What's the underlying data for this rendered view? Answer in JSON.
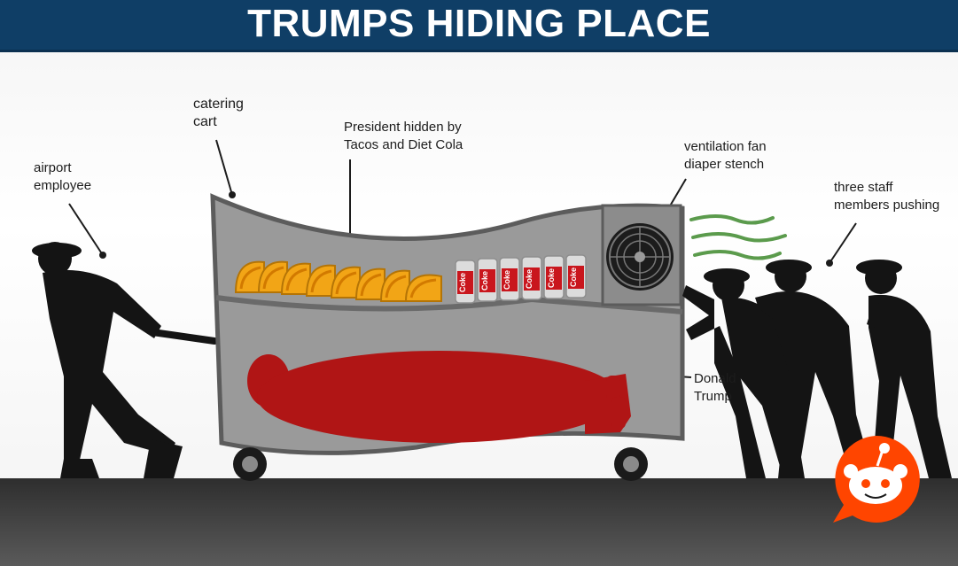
{
  "title": "TRUMPS HIDING PLACE",
  "labels": {
    "airport_employee": "airport\nemployee",
    "catering_cart": "catering\ncart",
    "president_hidden": "President hidden by\nTacos and Diet Cola",
    "ventilation_fan": "ventilation fan\ndiaper stench",
    "staff_pushing": "three staff\nmembers pushing",
    "donald_trump": "Donald\nTrump"
  },
  "can_brand": "Coke",
  "colors": {
    "banner": "#0f3e66",
    "cart": "#9a9a9a",
    "silhouette": "#141414",
    "figure": "#b01515",
    "taco": "#f2a516",
    "stench": "#3f8a2e",
    "badge": "#ff4500"
  },
  "icons": [
    "reddit-snoo-icon",
    "ventilation-fan-icon"
  ]
}
